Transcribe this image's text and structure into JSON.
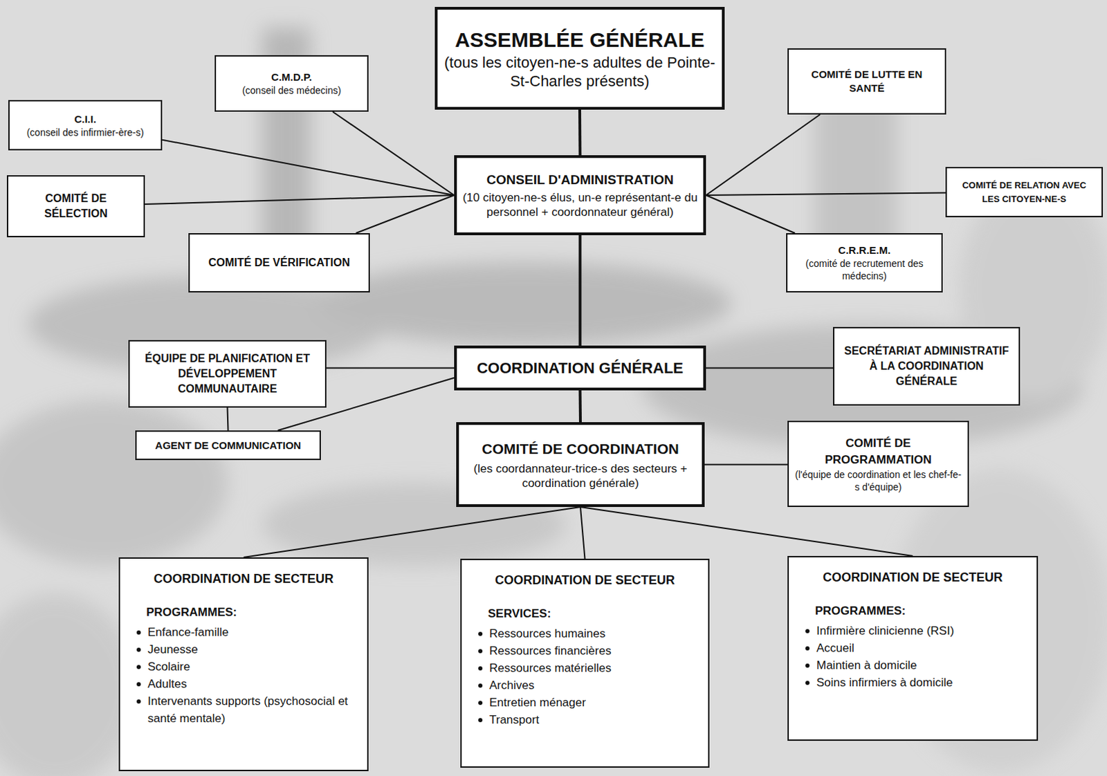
{
  "diagram": {
    "nodes": [
      {
        "text": [
          "ASSEMBLÉE GÉNÉRALE",
          "(tous les citoyen-ne-s adultes de Pointe-St-Charles présents)"
        ]
      },
      {
        "text": [
          "C.M.D.P.",
          "(conseil des médecins)"
        ]
      },
      {
        "text": [
          "COMITÉ DE LUTTE EN SANTÉ"
        ]
      },
      {
        "text": [
          "C.I.I.",
          "(conseil des infirmier-ère-s)"
        ]
      },
      {
        "text": [
          "CONSEIL D'ADMINISTRATION",
          "(10 citoyen-ne-s élus, un-e représentant-e du personnel + coordonnateur général)"
        ]
      },
      {
        "text": [
          "COMITÉ DE SÉLECTION"
        ]
      },
      {
        "text": [
          "COMITÉ DE RELATION AVEC LES CITOYEN-NE-S"
        ]
      },
      {
        "text": [
          "COMITÉ DE VÉRIFICATION"
        ]
      },
      {
        "text": [
          "C.R.R.E.M.",
          "(comité de recrutement des médecins)"
        ]
      },
      {
        "text": [
          "ÉQUIPE DE PLANIFICATION ET DÉVELOPPEMENT COMMUNAUTAIRE"
        ]
      },
      {
        "text": [
          "COORDINATION GÉNÉRALE"
        ]
      },
      {
        "text": [
          "SECRÉTARIAT ADMINISTRATIF À LA COORDINATION GÉNÉRALE"
        ]
      },
      {
        "text": [
          "AGENT DE COMMUNICATION"
        ]
      },
      {
        "text": [
          "COMITÉ DE COORDINATION",
          "(les coordannateur-trice-s des secteurs + coordination générale)"
        ]
      },
      {
        "text": [
          "COMITÉ DE PROGRAMMATION",
          "(l'équipe de coordination et les chef-fe-s d'équipe)"
        ]
      },
      {
        "text": [
          "COORDINATION DE SECTEUR",
          "PROGRAMMES:",
          "Enfance-famille",
          "Jeunesse",
          "Scolaire",
          "Adultes",
          "Intervenants supports (psychosocial et santé mentale)"
        ]
      },
      {
        "text": [
          "COORDINATION DE SECTEUR",
          "SERVICES:",
          "Ressources humaines",
          "Ressources financières",
          "Ressources matérielles",
          "Archives",
          "Entretien ménager",
          "Transport"
        ]
      },
      {
        "text": [
          "COORDINATION DE SECTEUR",
          "PROGRAMMES:",
          "Infirmière clinicienne (RSI)",
          "Accueil",
          "Maintien à domicile",
          "Soins infirmiers à domicile"
        ]
      }
    ],
    "edges": [
      {
        "from": 0,
        "to": 4,
        "arrow": "none"
      },
      {
        "from": 4,
        "to": 1,
        "arrow": "none"
      },
      {
        "from": 4,
        "to": 3,
        "arrow": "none"
      },
      {
        "from": 4,
        "to": 5,
        "arrow": "none"
      },
      {
        "from": 4,
        "to": 7,
        "arrow": "none"
      },
      {
        "from": 4,
        "to": 2,
        "arrow": "none"
      },
      {
        "from": 4,
        "to": 6,
        "arrow": "none"
      },
      {
        "from": 4,
        "to": 8,
        "arrow": "none"
      },
      {
        "from": 4,
        "to": 10,
        "arrow": "none"
      },
      {
        "from": 10,
        "to": 9,
        "arrow": "none"
      },
      {
        "from": 10,
        "to": 12,
        "arrow": "none"
      },
      {
        "from": 10,
        "to": 11,
        "arrow": "none"
      },
      {
        "from": 9,
        "to": 12,
        "arrow": "none"
      },
      {
        "from": 10,
        "to": 13,
        "arrow": "none"
      },
      {
        "from": 13,
        "to": 14,
        "arrow": "none"
      },
      {
        "from": 13,
        "to": 15,
        "arrow": "none"
      },
      {
        "from": 13,
        "to": 16,
        "arrow": "none"
      },
      {
        "from": 13,
        "to": 17,
        "arrow": "none"
      }
    ]
  }
}
